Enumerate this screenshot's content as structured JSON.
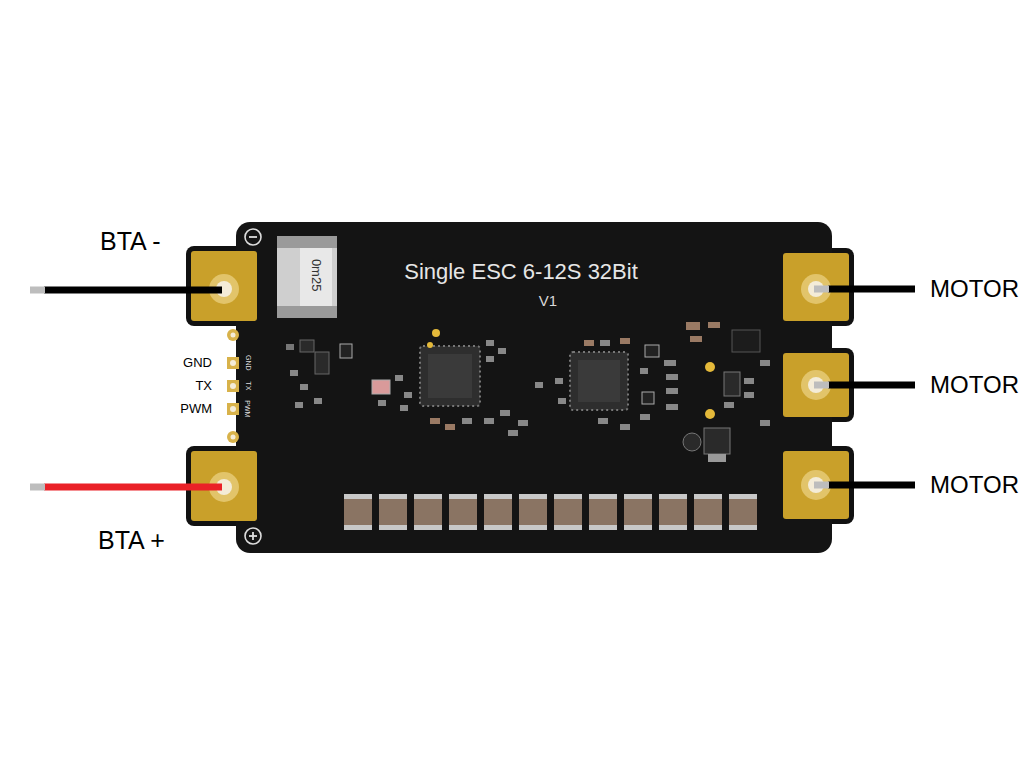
{
  "diagram": {
    "nodes": [
      {
        "text": [
          "Single ESC 6-12S 32Bit",
          "V1"
        ]
      }
    ],
    "labels": [
      "BTA -",
      "BTA +",
      "GND",
      "TX",
      "PWM",
      "GND",
      "TX",
      "PWM",
      "0m25",
      "MOTOR",
      "MOTOR",
      "MOTOR"
    ]
  }
}
